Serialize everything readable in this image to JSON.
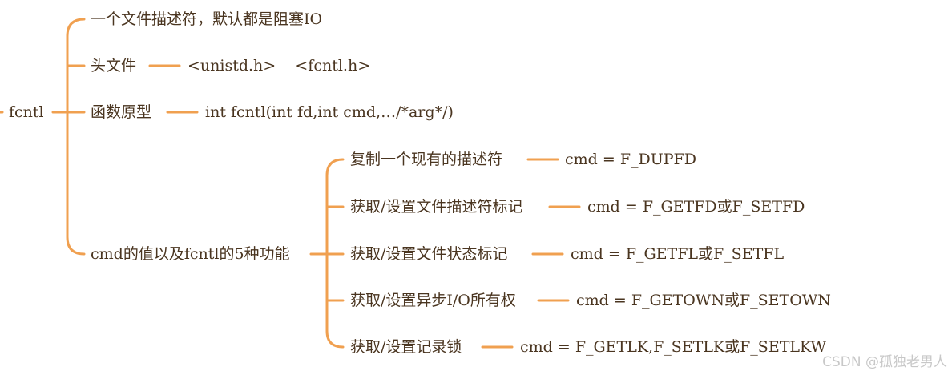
{
  "root": {
    "label": "fcntl"
  },
  "branches": [
    {
      "label": "一个文件描述符，默认都是阻塞IO"
    },
    {
      "label": "头文件",
      "detail": "<unistd.h>    <fcntl.h>"
    },
    {
      "label": "函数原型",
      "detail": "int fcntl(int fd,int cmd,…/*arg*/)"
    },
    {
      "label": "cmd的值以及fcntl的5种功能",
      "children": [
        {
          "label": "复制一个现有的描述符",
          "detail": "cmd = F_DUPFD"
        },
        {
          "label": "获取/设置文件描述符标记",
          "detail": "cmd = F_GETFD或F_SETFD"
        },
        {
          "label": "获取/设置文件状态标记",
          "detail": "cmd = F_GETFL或F_SETFL"
        },
        {
          "label": "获取/设置异步I/O所有权",
          "detail": "cmd = F_GETOWN或F_SETOWN"
        },
        {
          "label": "获取/设置记录锁",
          "detail": "cmd = F_GETLK,F_SETLK或F_SETLKW"
        }
      ]
    }
  ],
  "watermark": "CSDN @孤独老男人",
  "colors": {
    "line": "#f0a050",
    "text": "#4a3520"
  }
}
